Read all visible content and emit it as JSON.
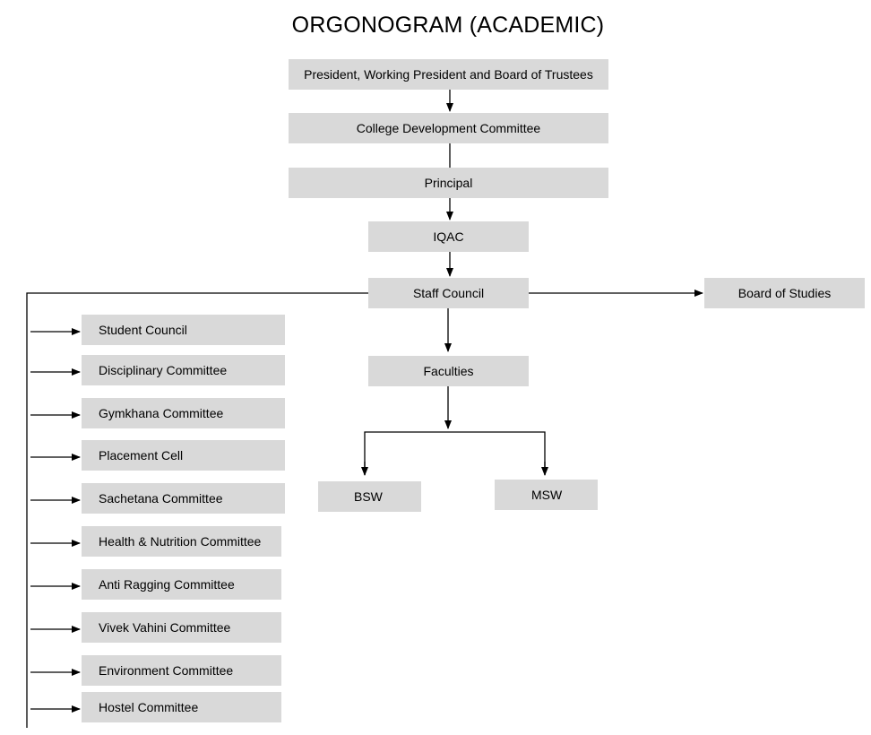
{
  "title": "ORGONOGRAM (ACADEMIC)",
  "nodes": {
    "board": "President, Working President and Board of Trustees",
    "cdc": "College Development Committee",
    "principal": "Principal",
    "iqac": "IQAC",
    "staff_council": "Staff Council",
    "board_of_studies": "Board of Studies",
    "faculties": "Faculties",
    "bsw": "BSW",
    "msw": "MSW"
  },
  "committees": [
    "Student Council",
    "Disciplinary Committee",
    "Gymkhana Committee",
    "Placement Cell",
    "Sachetana Committee",
    "Health & Nutrition Committee",
    "Anti Ragging Committee",
    "Vivek Vahini Committee",
    "Environment Committee",
    "Hostel Committee"
  ],
  "colors": {
    "box": "#d9d9d9",
    "line": "#000000",
    "text": "#000000"
  }
}
